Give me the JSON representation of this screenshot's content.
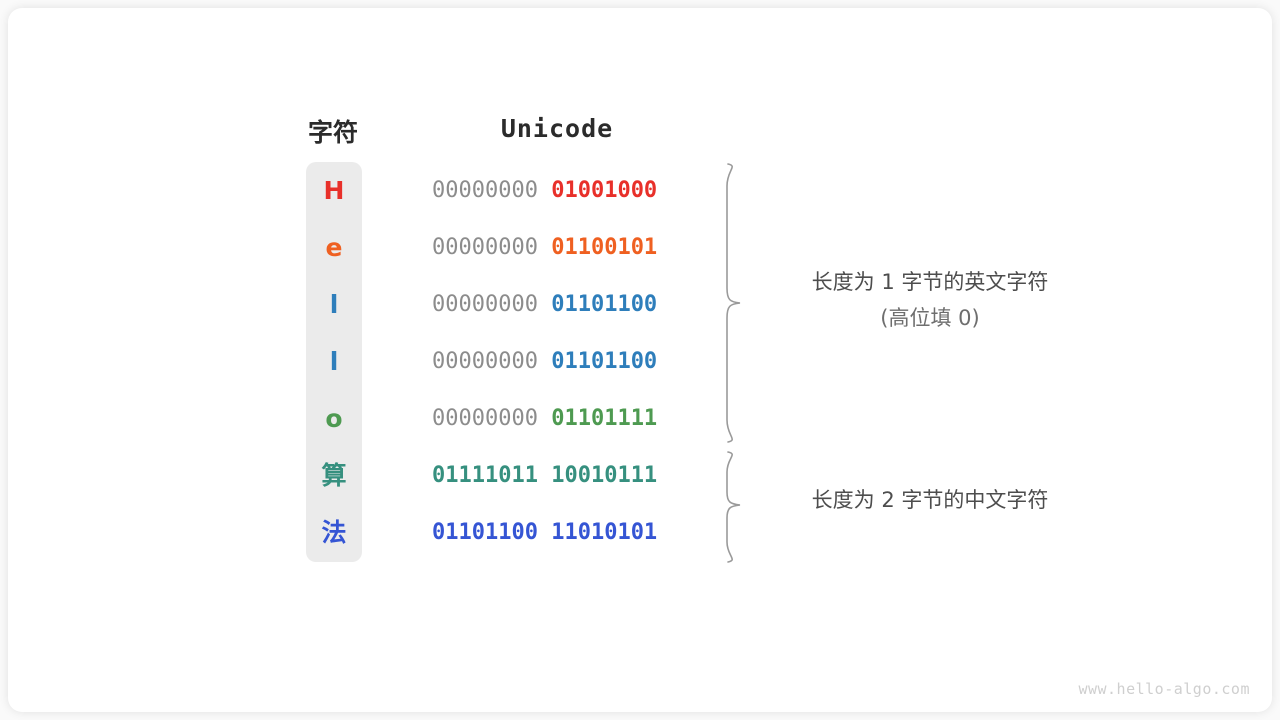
{
  "headers": {
    "char": "字符",
    "unicode": "Unicode"
  },
  "rows": [
    {
      "char": "H",
      "color": "#e8302a",
      "high": "00000000",
      "low": "01001000",
      "two_byte": false
    },
    {
      "char": "e",
      "color": "#ef6021",
      "high": "00000000",
      "low": "01100101",
      "two_byte": false
    },
    {
      "char": "l",
      "color": "#2e7ebb",
      "high": "00000000",
      "low": "01101100",
      "two_byte": false
    },
    {
      "char": "l",
      "color": "#2e7ebb",
      "high": "00000000",
      "low": "01101100",
      "two_byte": false
    },
    {
      "char": "o",
      "color": "#4e9a51",
      "high": "00000000",
      "low": "01101111",
      "two_byte": false
    },
    {
      "char": "算",
      "color": "#36907f",
      "high": "01111011",
      "low": "10010111",
      "two_byte": true
    },
    {
      "char": "法",
      "color": "#3555d4",
      "high": "01101100",
      "low": "11010101",
      "two_byte": true
    }
  ],
  "annotations": [
    {
      "line1": "长度为 1 字节的英文字符",
      "line2": "(高位填 0)"
    },
    {
      "line1": "长度为 2 字节的中文字符",
      "line2": ""
    }
  ],
  "watermark": "www.hello-algo.com",
  "colors": {
    "panel": "#ebebeb",
    "gray_bits": "#8c8c8c",
    "brace": "#9a9a9a",
    "annotation_text": "#4d4d4d",
    "card": "#ffffff",
    "background": "#fafafa"
  }
}
